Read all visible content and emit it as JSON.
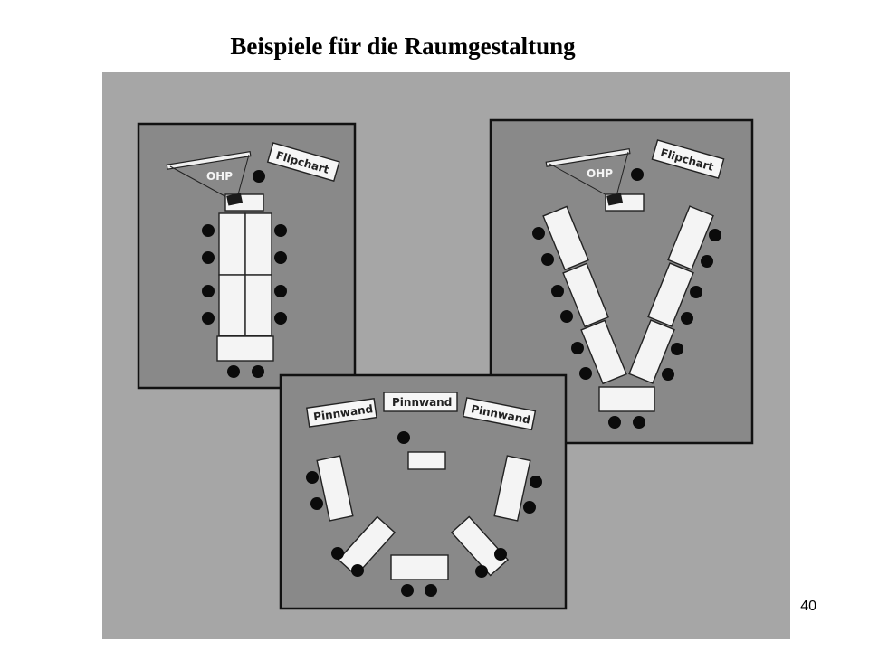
{
  "title": "Beispiele für die Raumgestaltung",
  "page_number": "40",
  "layouts": {
    "classroom": {
      "flipchart_label": "Flipchart",
      "ohp_label": "OHP"
    },
    "v_shape": {
      "flipchart_label": "Flipchart",
      "ohp_label": "OHP"
    },
    "u_shape": {
      "pinboard_labels": [
        "Pinnwand",
        "Pinnwand",
        "Pinnwand"
      ]
    }
  },
  "colors": {
    "panel_background": "#a6a6a6",
    "room_floor": "#898989",
    "furniture": "#f4f4f4",
    "chairs": "#0b0b0b"
  }
}
